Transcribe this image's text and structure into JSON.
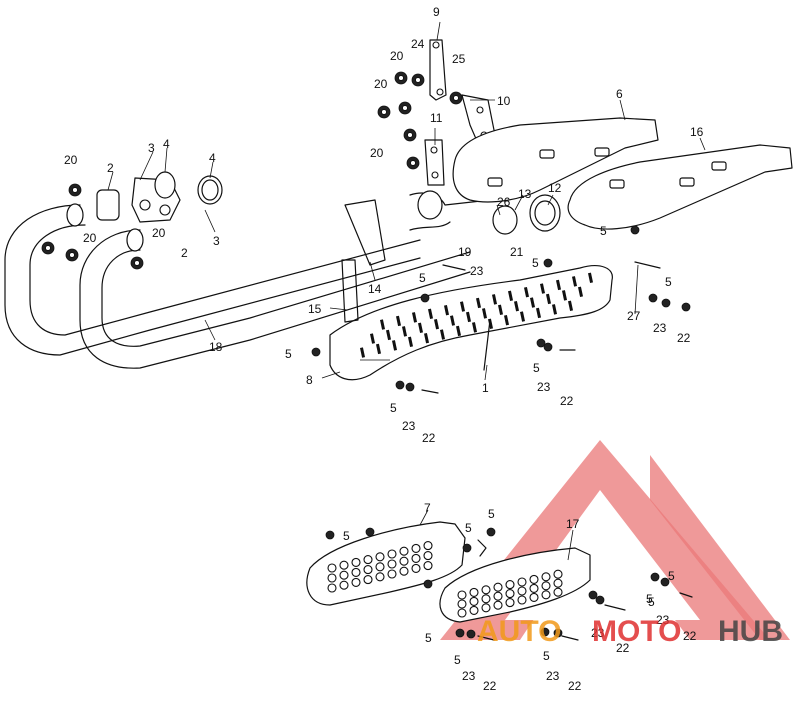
{
  "diagram": {
    "callouts": [
      {
        "id": "c1",
        "text": "1"
      },
      {
        "id": "c2a",
        "text": "2"
      },
      {
        "id": "c2b",
        "text": "2"
      },
      {
        "id": "c3a",
        "text": "3"
      },
      {
        "id": "c3b",
        "text": "3"
      },
      {
        "id": "c4a",
        "text": "4"
      },
      {
        "id": "c4b",
        "text": "4"
      },
      {
        "id": "c5a",
        "text": "5"
      },
      {
        "id": "c5b",
        "text": "5"
      },
      {
        "id": "c5c",
        "text": "5"
      },
      {
        "id": "c5d",
        "text": "5"
      },
      {
        "id": "c5e",
        "text": "5"
      },
      {
        "id": "c5f",
        "text": "5"
      },
      {
        "id": "c5g",
        "text": "5"
      },
      {
        "id": "c5h",
        "text": "5"
      },
      {
        "id": "c5i",
        "text": "5"
      },
      {
        "id": "c5j",
        "text": "5"
      },
      {
        "id": "c5k",
        "text": "5"
      },
      {
        "id": "c5l",
        "text": "5"
      },
      {
        "id": "c5m",
        "text": "5"
      },
      {
        "id": "c5n",
        "text": "5"
      },
      {
        "id": "c5o",
        "text": "5"
      },
      {
        "id": "c5p",
        "text": "5"
      },
      {
        "id": "c6",
        "text": "6"
      },
      {
        "id": "c7",
        "text": "7"
      },
      {
        "id": "c8",
        "text": "8"
      },
      {
        "id": "c9",
        "text": "9"
      },
      {
        "id": "c10",
        "text": "10"
      },
      {
        "id": "c11",
        "text": "11"
      },
      {
        "id": "c12",
        "text": "12"
      },
      {
        "id": "c13",
        "text": "13"
      },
      {
        "id": "c14",
        "text": "14"
      },
      {
        "id": "c15",
        "text": "15"
      },
      {
        "id": "c16",
        "text": "16"
      },
      {
        "id": "c17",
        "text": "17"
      },
      {
        "id": "c18",
        "text": "18"
      },
      {
        "id": "c19",
        "text": "19"
      },
      {
        "id": "c20a",
        "text": "20"
      },
      {
        "id": "c20b",
        "text": "20"
      },
      {
        "id": "c20c",
        "text": "20"
      },
      {
        "id": "c20d",
        "text": "20"
      },
      {
        "id": "c20e",
        "text": "20"
      },
      {
        "id": "c20f",
        "text": "20"
      },
      {
        "id": "c21",
        "text": "21"
      },
      {
        "id": "c22a",
        "text": "22"
      },
      {
        "id": "c22b",
        "text": "22"
      },
      {
        "id": "c22c",
        "text": "22"
      },
      {
        "id": "c22d",
        "text": "22"
      },
      {
        "id": "c22e",
        "text": "22"
      },
      {
        "id": "c22f",
        "text": "22"
      },
      {
        "id": "c22g",
        "text": "22"
      },
      {
        "id": "c23a",
        "text": "23"
      },
      {
        "id": "c23b",
        "text": "23"
      },
      {
        "id": "c23c",
        "text": "23"
      },
      {
        "id": "c23d",
        "text": "23"
      },
      {
        "id": "c23e",
        "text": "23"
      },
      {
        "id": "c23f",
        "text": "23"
      },
      {
        "id": "c23g",
        "text": "23"
      },
      {
        "id": "c23h",
        "text": "23"
      },
      {
        "id": "c24",
        "text": "24"
      },
      {
        "id": "c25",
        "text": "25"
      },
      {
        "id": "c26",
        "text": "26"
      },
      {
        "id": "c27",
        "text": "27"
      }
    ]
  },
  "watermark": {
    "word_auto": "AUTO",
    "word_moto": "MOTO",
    "word_hub": "HUB",
    "color_red": "#e03030",
    "color_orange": "#f29a1a",
    "color_grey": "#444444"
  }
}
